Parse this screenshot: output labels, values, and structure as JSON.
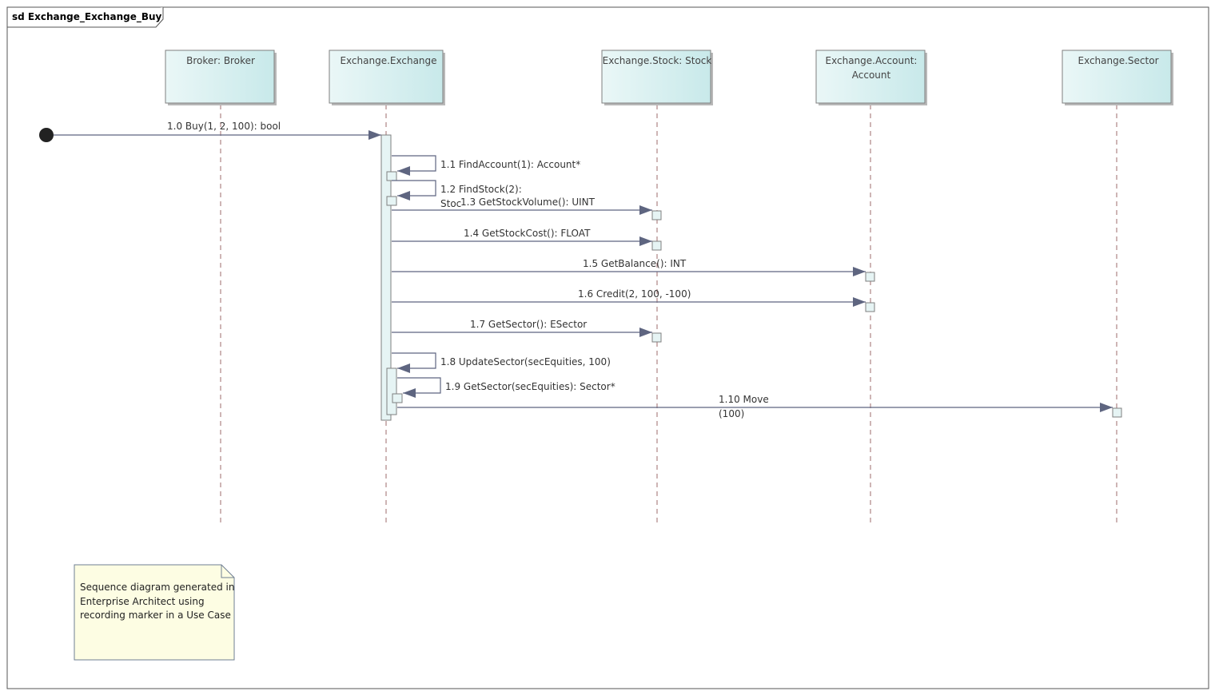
{
  "frame": {
    "title": "sd Exchange_Exchange_Buy"
  },
  "lifelines": [
    {
      "id": "broker",
      "label_lines": [
        "Broker: Broker"
      ]
    },
    {
      "id": "exchange",
      "label_lines": [
        "Exchange.Exchange"
      ]
    },
    {
      "id": "stock",
      "label_lines": [
        "Exchange.Stock: Stock"
      ]
    },
    {
      "id": "account",
      "label_lines": [
        "Exchange.Account:",
        "Account"
      ]
    },
    {
      "id": "sector",
      "label_lines": [
        "Exchange.Sector"
      ]
    }
  ],
  "messages": [
    {
      "id": "m1_0",
      "label": "1.0 Buy(1, 2, 100): bool",
      "from": "start",
      "to": "exchange"
    },
    {
      "id": "m1_1",
      "label": "1.1 FindAccount(1): Account*",
      "from": "exchange",
      "to": "exchange"
    },
    {
      "id": "m1_2",
      "label_lines": [
        "1.2 FindStock(2):",
        "Stoc"
      ],
      "from": "exchange",
      "to": "exchange"
    },
    {
      "id": "m1_3",
      "label": "1.3 GetStockVolume(): UINT",
      "from": "exchange",
      "to": "stock"
    },
    {
      "id": "m1_4",
      "label": "1.4 GetStockCost(): FLOAT",
      "from": "exchange",
      "to": "stock"
    },
    {
      "id": "m1_5",
      "label": "1.5 GetBalance(): INT",
      "from": "exchange",
      "to": "account"
    },
    {
      "id": "m1_6",
      "label": "1.6 Credit(2, 100, -100)",
      "from": "exchange",
      "to": "account"
    },
    {
      "id": "m1_7",
      "label": "1.7 GetSector(): ESector",
      "from": "exchange",
      "to": "stock"
    },
    {
      "id": "m1_8",
      "label": "1.8 UpdateSector(secEquities, 100)",
      "from": "exchange",
      "to": "exchange"
    },
    {
      "id": "m1_9",
      "label": "1.9 GetSector(secEquities): Sector*",
      "from": "exchange",
      "to": "exchange"
    },
    {
      "id": "m1_10",
      "label_lines": [
        "1.10 Move",
        "(100)"
      ],
      "from": "exchange",
      "to": "sector"
    }
  ],
  "note": {
    "lines": [
      "Sequence diagram generated in",
      "Enterprise Architect using",
      "recording marker in a Use Case"
    ]
  },
  "colors": {
    "lifeline_fill_light": "#eaf7f7",
    "lifeline_fill_dark": "#c8e9ea",
    "lifeline_border": "#7f7f7f",
    "lifeline_dash": "#9c6b6b",
    "message_line": "#5e6580",
    "activation_fill": "#e6f4f4",
    "note_fill": "#fdfde3",
    "note_border": "#6f7f93"
  }
}
